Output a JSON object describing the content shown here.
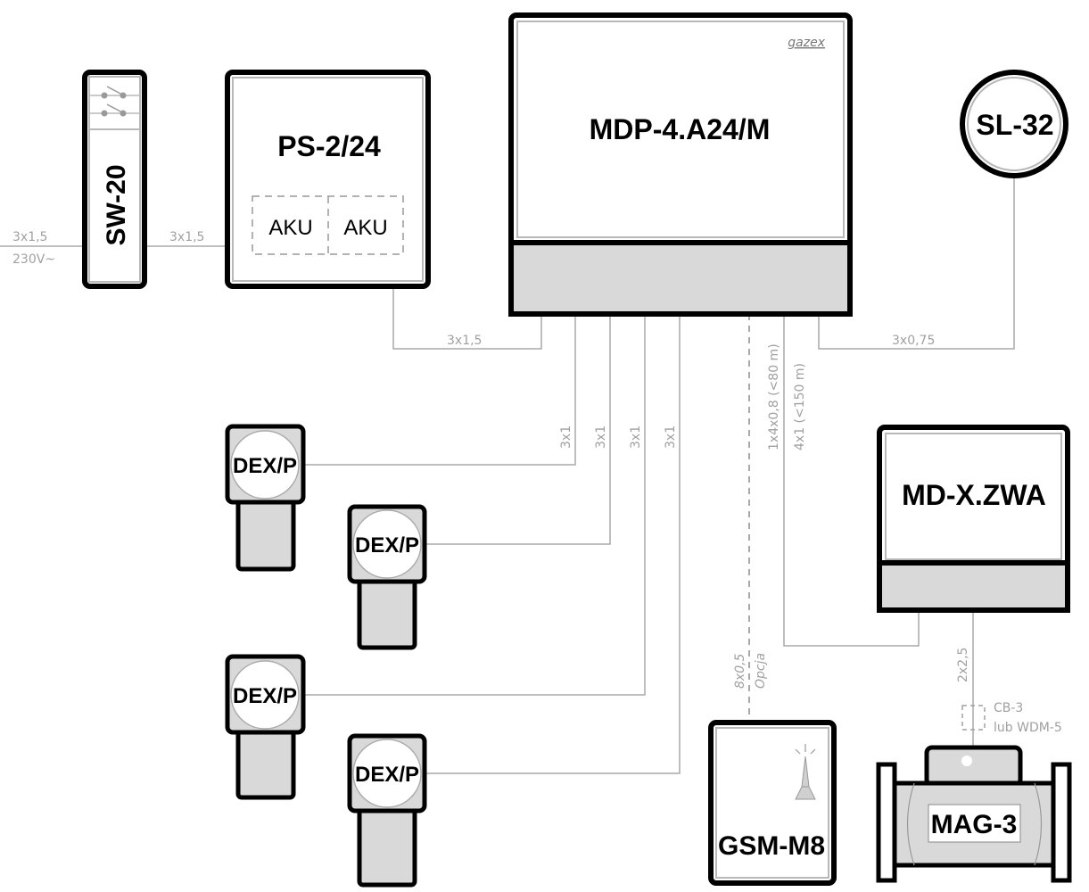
{
  "devices": {
    "sw20": {
      "label": "SW-20"
    },
    "ps224": {
      "label": "PS-2/24",
      "batteries": [
        "AKU",
        "AKU"
      ]
    },
    "mdp": {
      "label": "MDP-4.A24/M",
      "brand": "gazex"
    },
    "sl32": {
      "label": "SL-32"
    },
    "dex": [
      {
        "label": "DEX/P"
      },
      {
        "label": "DEX/P"
      },
      {
        "label": "DEX/P"
      },
      {
        "label": "DEX/P"
      }
    ],
    "mdx": {
      "label": "MD-X.ZWA"
    },
    "gsm": {
      "label": "GSM-M8"
    },
    "mag": {
      "label": "MAG-3"
    }
  },
  "cables": {
    "mains_in": "3x1,5",
    "mains_voltage": "230V~",
    "sw_to_ps": "3x1,5",
    "ps_to_mdp": "3x1,5",
    "mdp_to_sl": "3x0,75",
    "dex": [
      "3x1",
      "3x1",
      "3x1",
      "3x1"
    ],
    "bus_a": "1x4x0,8 (<80 m)",
    "bus_b": "4x1 (<150 m)",
    "gsm_cable": "8x0,5",
    "gsm_option": "Opcja",
    "valve_cable": "2x2,5",
    "junction_a": "CB-3",
    "junction_b": "lub WDM-5"
  }
}
